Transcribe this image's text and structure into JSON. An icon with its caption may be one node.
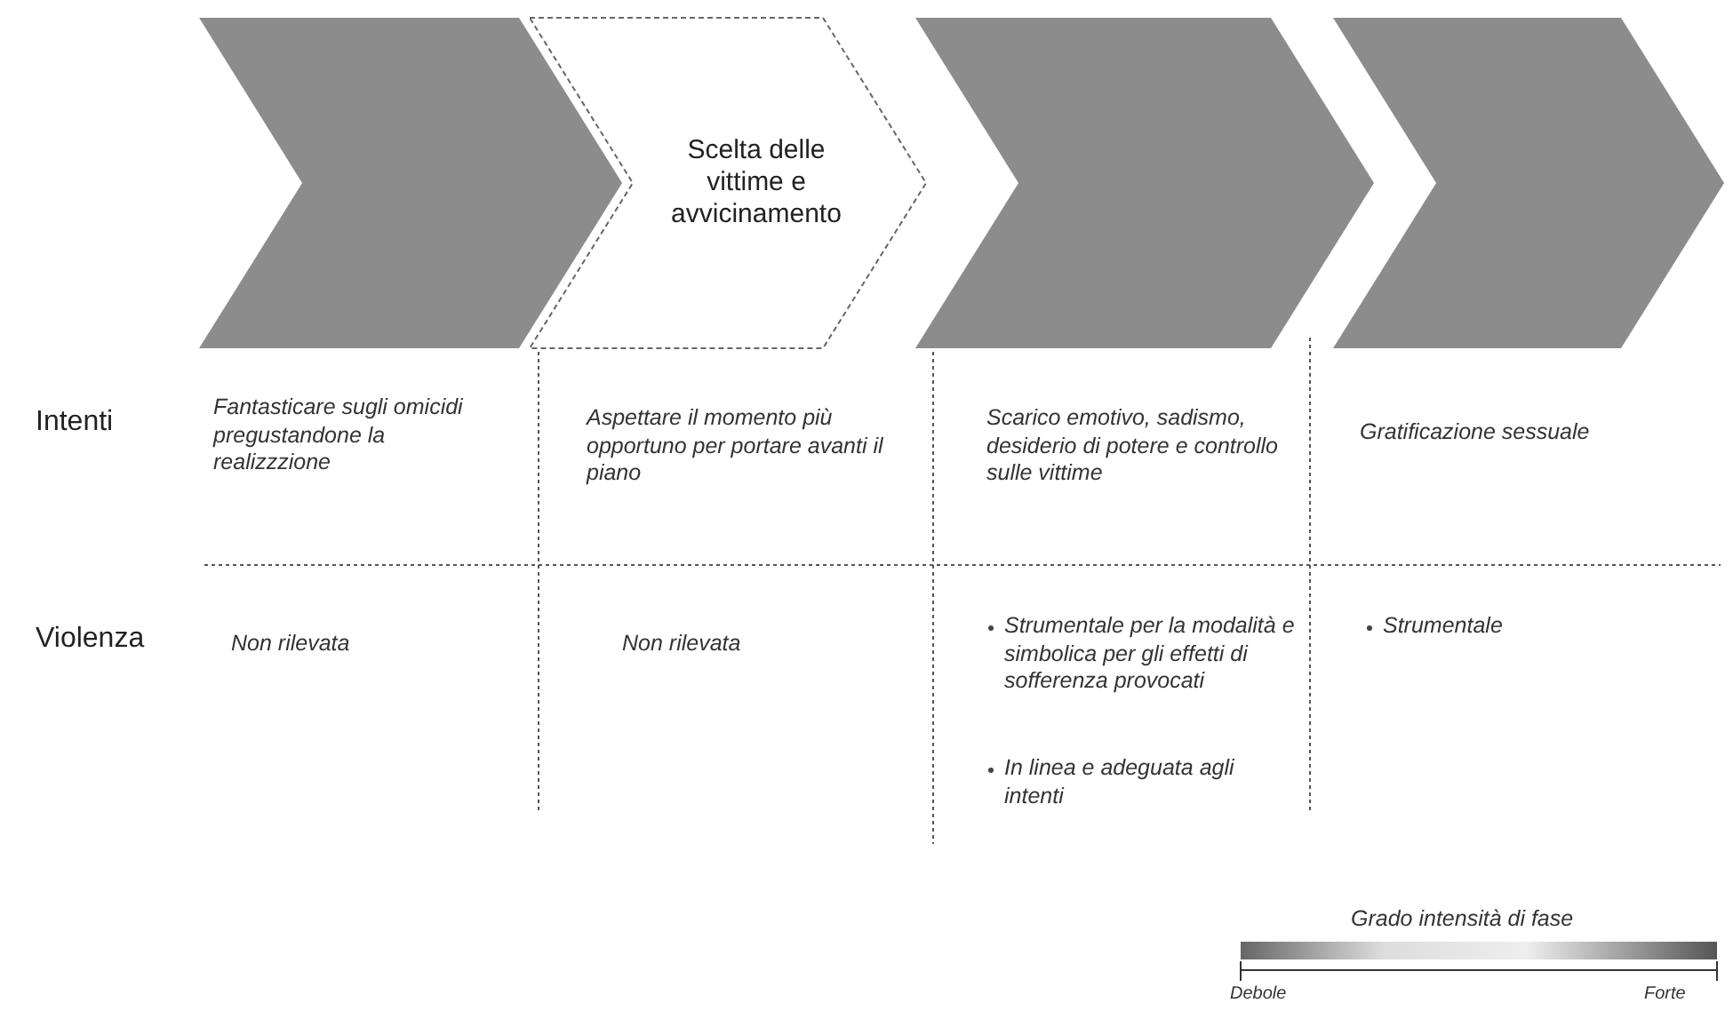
{
  "diagram": {
    "nodes": [
      {
        "text": [],
        "shape": "chevron"
      },
      {
        "text": [
          "Scelta delle vittime e avvicinamento"
        ]
      },
      {
        "text": [],
        "shape": "chevron"
      },
      {
        "text": [],
        "shape": "chevron"
      }
    ],
    "labels": [
      "Intenti",
      "Fantasticare sugli omicidi pregustandone la realizzzione",
      "Aspettare il momento più opportuno per portare avanti il piano",
      "Scarico emotivo, sadismo, desiderio di potere e controllo sulle vittime",
      "Gratificazione sessuale",
      "Violenza",
      "Non rilevata",
      "Non rilevata",
      "Strumentale per la modalità e simbolica per gli effetti di sofferenza provocati",
      "In linea e adeguata agli intenti",
      "Strumentale",
      "Grado intensità di fase",
      "Debole",
      "Forte"
    ]
  }
}
